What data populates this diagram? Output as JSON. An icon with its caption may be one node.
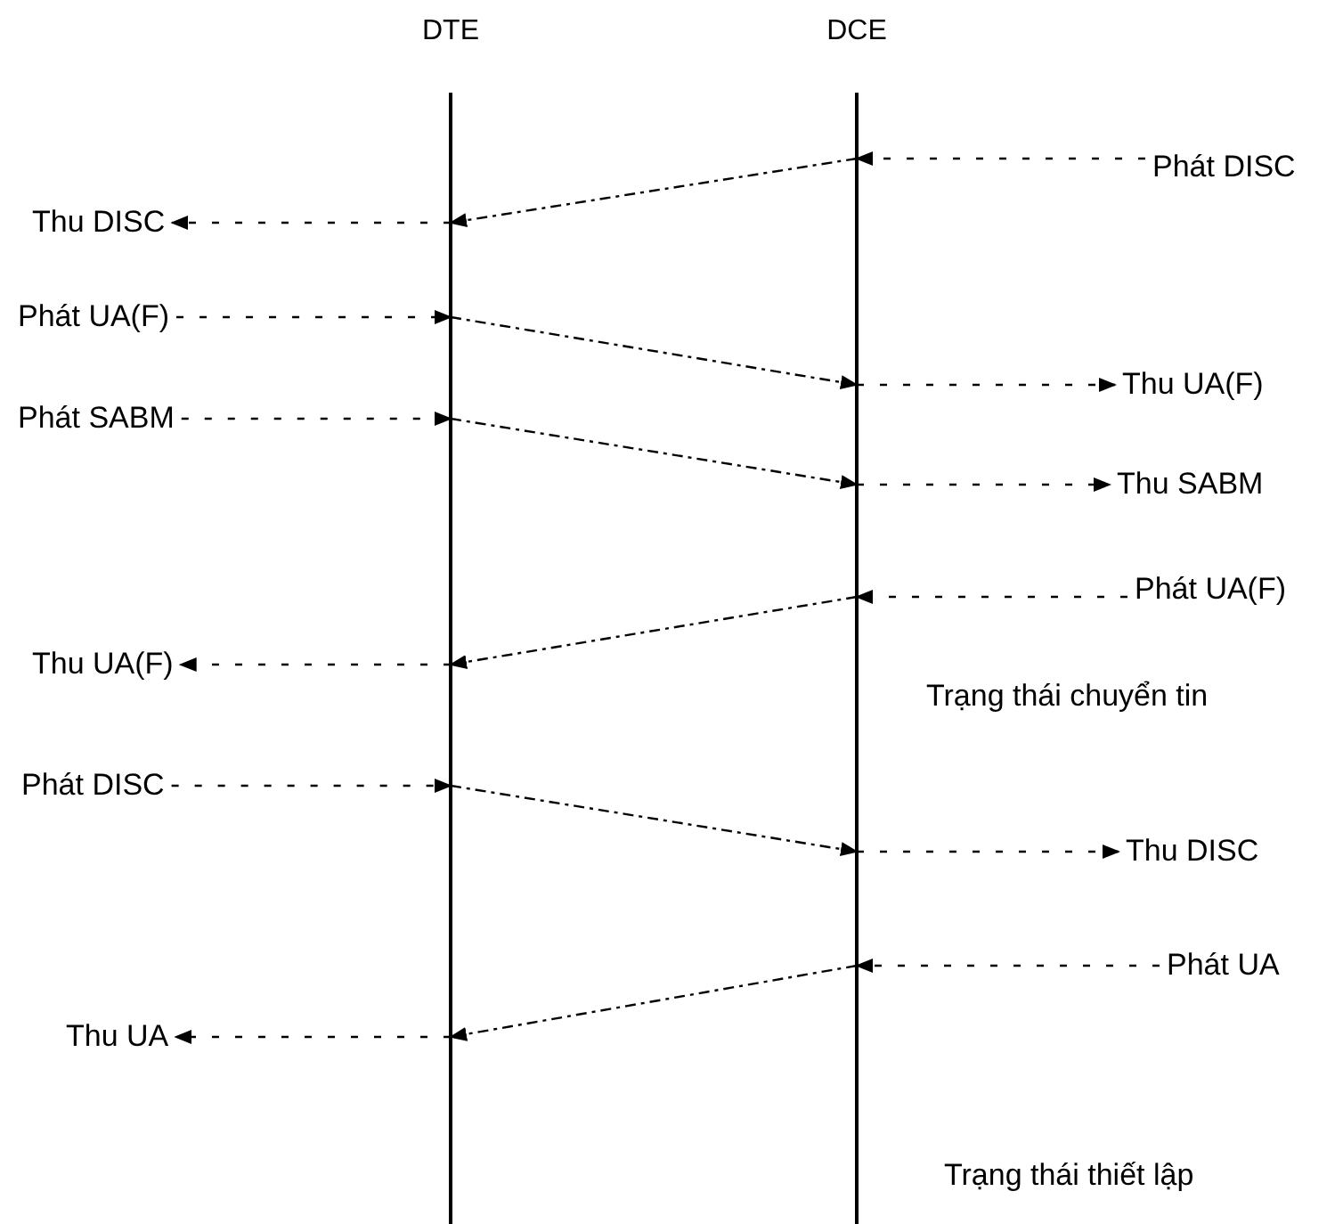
{
  "diagram": {
    "nodes": [
      {
        "text": [
          "DTE"
        ]
      },
      {
        "text": [
          "DCE"
        ]
      },
      {
        "text": [
          "Phát DISC"
        ]
      },
      {
        "text": [
          "Thu DISC"
        ]
      },
      {
        "text": [
          "Phát UA(F)"
        ]
      },
      {
        "text": [
          "Thu UA(F)"
        ]
      },
      {
        "text": [
          "Phát SABM"
        ]
      },
      {
        "text": [
          "Thu SABM"
        ]
      },
      {
        "text": [
          "Phát UA(F)"
        ]
      },
      {
        "text": [
          "Thu UA(F)"
        ]
      },
      {
        "text": [
          "Phát DISC"
        ]
      },
      {
        "text": [
          "Thu DISC"
        ]
      },
      {
        "text": [
          "Phát UA"
        ]
      },
      {
        "text": [
          "Thu UA"
        ]
      }
    ],
    "edges": [
      {
        "from": 2,
        "to": 1,
        "arrow": "to"
      },
      {
        "from": 1,
        "to": 0,
        "arrow": "to"
      },
      {
        "from": 0,
        "to": 3,
        "arrow": "to"
      },
      {
        "from": 4,
        "to": 0,
        "arrow": "to"
      },
      {
        "from": 0,
        "to": 1,
        "arrow": "to"
      },
      {
        "from": 1,
        "to": 5,
        "arrow": "to"
      },
      {
        "from": 6,
        "to": 0,
        "arrow": "to"
      },
      {
        "from": 0,
        "to": 1,
        "arrow": "to"
      },
      {
        "from": 1,
        "to": 7,
        "arrow": "to"
      },
      {
        "from": 8,
        "to": 1,
        "arrow": "to"
      },
      {
        "from": 1,
        "to": 0,
        "arrow": "to"
      },
      {
        "from": 0,
        "to": 9,
        "arrow": "to"
      },
      {
        "from": 10,
        "to": 0,
        "arrow": "to"
      },
      {
        "from": 0,
        "to": 1,
        "arrow": "to"
      },
      {
        "from": 1,
        "to": 11,
        "arrow": "to"
      },
      {
        "from": 12,
        "to": 1,
        "arrow": "to"
      },
      {
        "from": 1,
        "to": 0,
        "arrow": "to"
      },
      {
        "from": 0,
        "to": 13,
        "arrow": "to"
      }
    ],
    "labels": [
      "Trạng thái chuyển tin",
      "Trạng thái thiết lập"
    ]
  }
}
